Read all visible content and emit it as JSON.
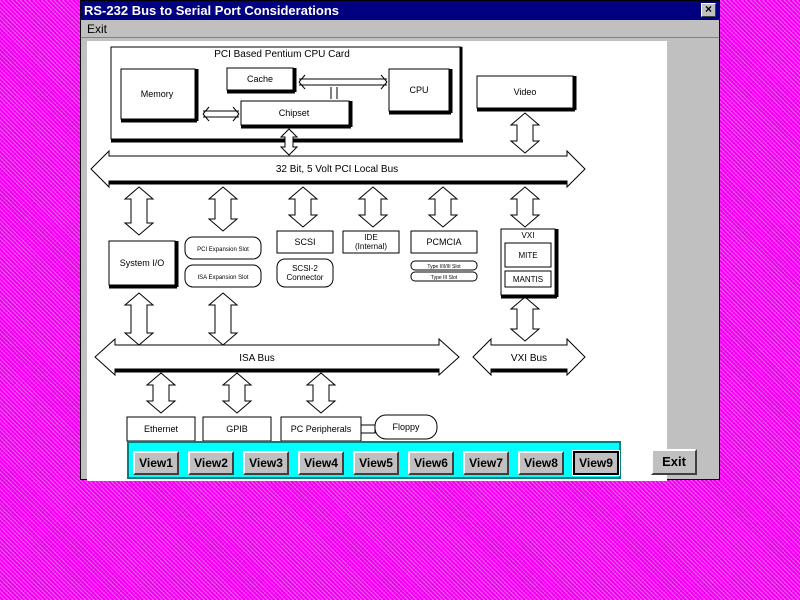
{
  "window": {
    "title": "RS-232 Bus to Serial Port Considerations",
    "close_glyph": "×"
  },
  "menu": {
    "exit": "Exit"
  },
  "diagram": {
    "cpu_card_title": "PCI Based Pentium CPU Card",
    "memory": "Memory",
    "cache": "Cache",
    "cpu": "CPU",
    "chipset": "Chipset",
    "video": "Video",
    "pci_bus": "32 Bit, 5 Volt PCI Local Bus",
    "system_io": "System I/O",
    "pci_slot": "PCI Expansion Slot",
    "isa_slot": "ISA Expansion Slot",
    "scsi": "SCSI",
    "scsi_conn_1": "SCSI-2",
    "scsi_conn_2": "Connector",
    "ide_1": "IDE",
    "ide_2": "(Internal)",
    "pcmcia": "PCMCIA",
    "pcmcia_slot1": "Type I/II/III Slot",
    "pcmcia_slot2": "Type III Slot",
    "vxi": "VXI",
    "mite": "MITE",
    "mantis": "MANTIS",
    "isa_bus": "ISA Bus",
    "vxi_bus": "VXI Bus",
    "ethernet": "Ethernet",
    "gpib": "GPIB",
    "pc_peripherals": "PC Peripherals",
    "floppy": "Floppy"
  },
  "views": [
    "View1",
    "View2",
    "View3",
    "View4",
    "View5",
    "View6",
    "View7",
    "View8",
    "View9"
  ],
  "active_view": "View9",
  "exit_button": "Exit"
}
